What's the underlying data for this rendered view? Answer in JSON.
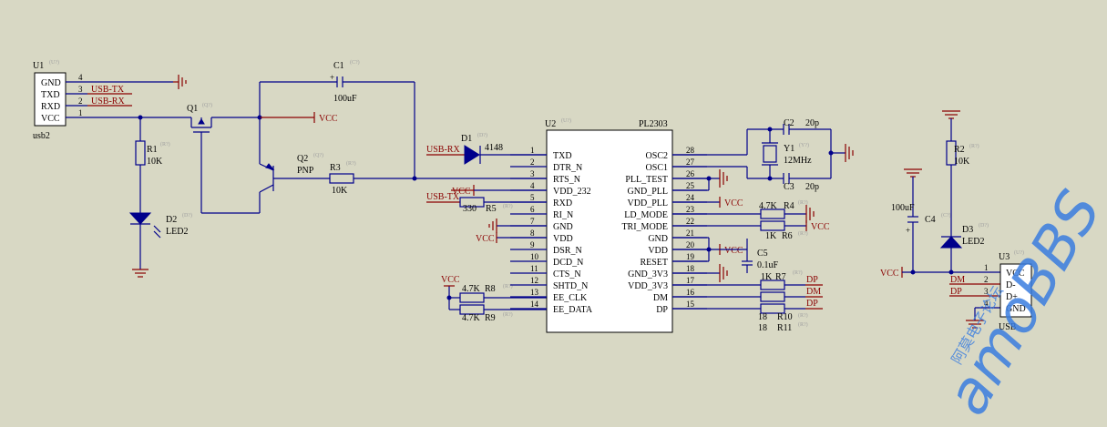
{
  "u1": {
    "ref": "U1",
    "ghost": "(U?)",
    "name": "usb2",
    "pins": [
      {
        "name": "GND",
        "num": "4"
      },
      {
        "name": "TXD",
        "num": "3"
      },
      {
        "name": "RXD",
        "num": "2"
      },
      {
        "name": "VCC",
        "num": "1"
      }
    ]
  },
  "nets": {
    "usb_tx": "USB-TX",
    "usb_rx": "USB-RX",
    "vcc": "VCC",
    "dm": "DM",
    "dp": "DP"
  },
  "q1": {
    "ref": "Q1",
    "ghost": "(Q?)"
  },
  "q2": {
    "ref": "Q2",
    "type": "PNP",
    "ghost": "(Q?)"
  },
  "c1": {
    "ref": "C1",
    "value": "100uF",
    "ghost": "(C?)"
  },
  "r1": {
    "ref": "R1",
    "value": "10K",
    "ghost": "(R?)"
  },
  "r3": {
    "ref": "R3",
    "value": "10K",
    "ghost": "(R?)"
  },
  "d2": {
    "ref": "D2",
    "value": "LED2",
    "ghost": "(D?)"
  },
  "d1": {
    "ref": "D1",
    "value": "4148",
    "ghost": "(D?)"
  },
  "r5": {
    "ref": "R5",
    "value": "330",
    "ghost": "(R?)"
  },
  "r8": {
    "ref": "R8",
    "value": "4.7K",
    "ghost": "(R?)"
  },
  "r9": {
    "ref": "R9",
    "value": "4.7K",
    "ghost": "(R?)"
  },
  "u2": {
    "ref": "U2",
    "part": "PL2303",
    "ghost": "(U?)",
    "left_pins": [
      {
        "num": "1",
        "name": "TXD"
      },
      {
        "num": "2",
        "name": "DTR_N"
      },
      {
        "num": "3",
        "name": "RTS_N"
      },
      {
        "num": "4",
        "name": "VDD_232"
      },
      {
        "num": "5",
        "name": "RXD"
      },
      {
        "num": "6",
        "name": "RI_N"
      },
      {
        "num": "7",
        "name": "GND"
      },
      {
        "num": "8",
        "name": "VDD"
      },
      {
        "num": "9",
        "name": "DSR_N"
      },
      {
        "num": "10",
        "name": "DCD_N"
      },
      {
        "num": "11",
        "name": "CTS_N"
      },
      {
        "num": "12",
        "name": "SHTD_N"
      },
      {
        "num": "13",
        "name": "EE_CLK"
      },
      {
        "num": "14",
        "name": "EE_DATA"
      }
    ],
    "right_pins": [
      {
        "num": "28",
        "name": "OSC2"
      },
      {
        "num": "27",
        "name": "OSC1"
      },
      {
        "num": "26",
        "name": "PLL_TEST"
      },
      {
        "num": "25",
        "name": "GND_PLL"
      },
      {
        "num": "24",
        "name": "VDD_PLL"
      },
      {
        "num": "23",
        "name": "LD_MODE"
      },
      {
        "num": "22",
        "name": "TRI_MODE"
      },
      {
        "num": "21",
        "name": "GND"
      },
      {
        "num": "20",
        "name": "VDD"
      },
      {
        "num": "19",
        "name": "RESET"
      },
      {
        "num": "18",
        "name": "GND_3V3"
      },
      {
        "num": "17",
        "name": "VDD_3V3"
      },
      {
        "num": "16",
        "name": "DM"
      },
      {
        "num": "15",
        "name": "DP"
      }
    ]
  },
  "c2": {
    "ref": "C2",
    "value": "20p",
    "ghost": "(C?)"
  },
  "c3": {
    "ref": "C3",
    "value": "20p",
    "ghost": "(C?)"
  },
  "y1": {
    "ref": "Y1",
    "value": "12MHz",
    "ghost": "(Y?)"
  },
  "r4": {
    "ref": "R4",
    "value": "4.7K",
    "ghost": "(R?)"
  },
  "r6": {
    "ref": "R6",
    "value": "1K",
    "ghost": "(R?)"
  },
  "c5": {
    "ref": "C5",
    "value": "0.1uF",
    "ghost": "(C?)"
  },
  "r7": {
    "ref": "R7",
    "value": "1K",
    "ghost": "(R?)"
  },
  "r10": {
    "ref": "R10",
    "value": "18",
    "ghost": "(R?)"
  },
  "r11": {
    "ref": "R11",
    "value": "18",
    "ghost": "(R?)"
  },
  "r2": {
    "ref": "R2",
    "value": "10K",
    "ghost": "(R?)"
  },
  "c4": {
    "ref": "C4",
    "value": "100uF",
    "ghost": "(C?)"
  },
  "d3": {
    "ref": "D3",
    "value": "LED2",
    "ghost": "(D?)"
  },
  "u3": {
    "ref": "U3",
    "name": "USB",
    "ghost": "(U?)",
    "pins": [
      {
        "num": "1",
        "name": "VCC"
      },
      {
        "num": "2",
        "name": "D-"
      },
      {
        "num": "3",
        "name": "D+"
      },
      {
        "num": "4",
        "name": "GND"
      }
    ]
  },
  "watermark": {
    "text": "amoBBS",
    "sub": "阿莫电子论坛"
  },
  "colors": {
    "background": "#d8d8c4",
    "wire": "#00008b",
    "net": "#8a0000",
    "watermark": "#3a7de0"
  }
}
